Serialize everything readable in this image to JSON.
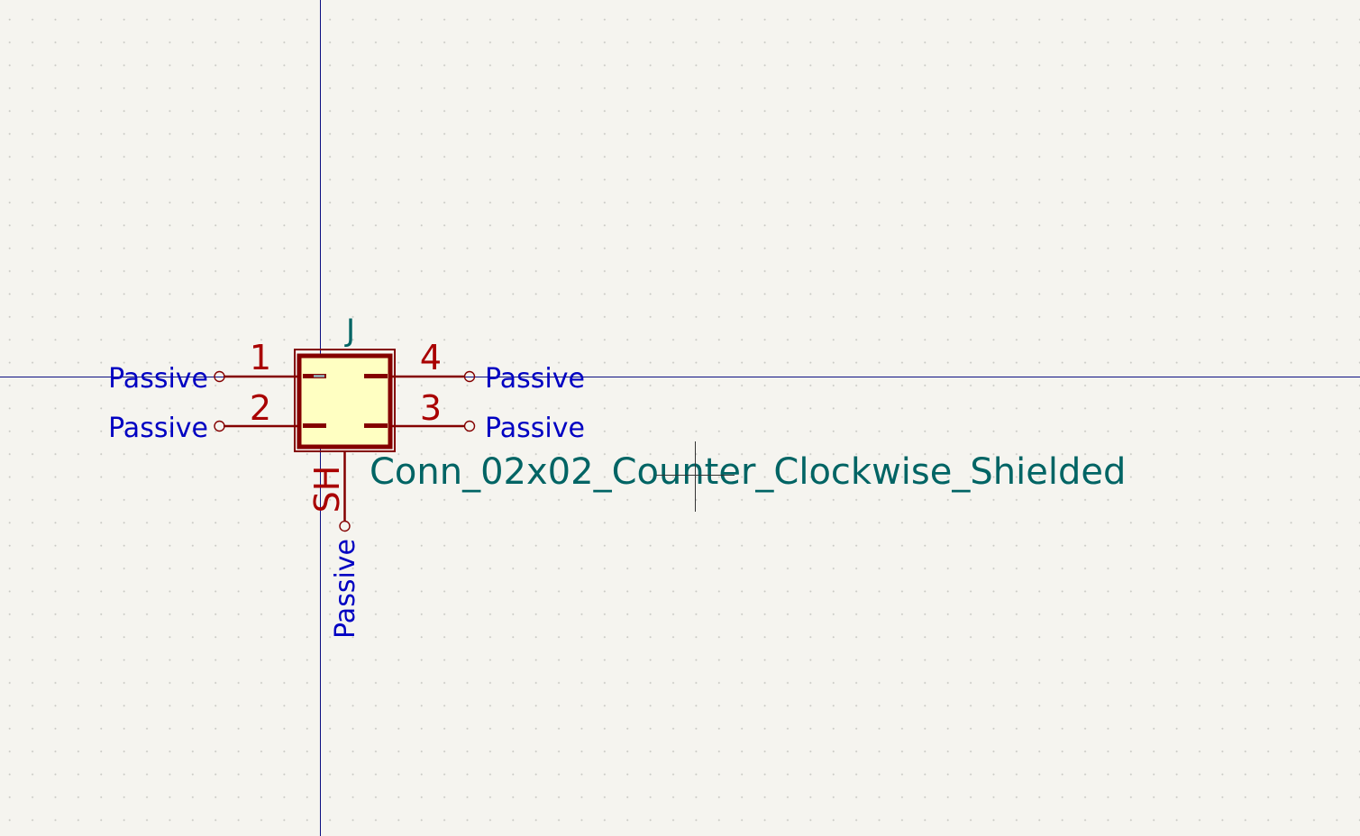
{
  "app": "Symbol Editor",
  "symbol": {
    "reference": "J",
    "value": "Conn_02x02_Counter_Clockwise_Shielded",
    "body_fill": "#ffffc2",
    "body_stroke": "#840000"
  },
  "pins": [
    {
      "number": "1",
      "type": "Passive",
      "side": "left"
    },
    {
      "number": "2",
      "type": "Passive",
      "side": "left"
    },
    {
      "number": "4",
      "type": "Passive",
      "side": "right"
    },
    {
      "number": "3",
      "type": "Passive",
      "side": "right"
    },
    {
      "number": "SH",
      "type": "Passive",
      "side": "bottom"
    }
  ],
  "colors": {
    "background": "#f5f4ef",
    "grid_dot": "#c9c9c4",
    "axis": "#0b0f82",
    "pin": "#840000",
    "pin_number": "#a90000",
    "electrical_type": "#0000c2",
    "field_text": "#006464"
  }
}
